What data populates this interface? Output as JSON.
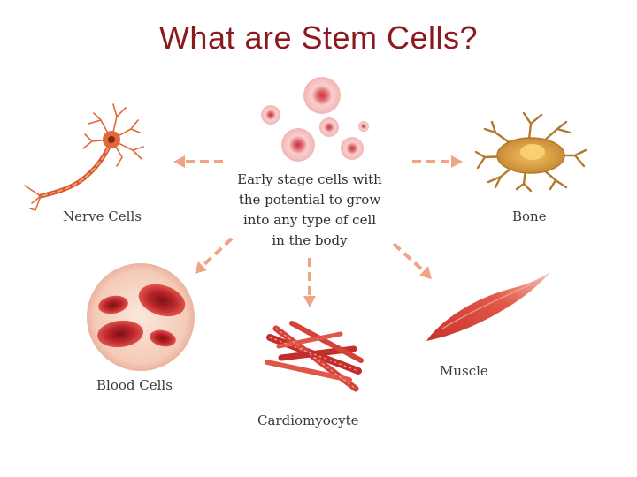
{
  "title": "What are Stem Cells?",
  "description_lines": [
    "Early stage cells with",
    "the potential to grow",
    "into any type of cell",
    "in the body"
  ],
  "labels": {
    "nerve": "Nerve Cells",
    "bone": "Bone",
    "blood": "Blood Cells",
    "cardiomyocyte": "Cardiomyocyte",
    "muscle": "Muscle"
  },
  "colors": {
    "title": "#8b1a1f",
    "arrow": "#f0a484",
    "cell_red": "#d6453d",
    "bone_gold": "#c9913c"
  }
}
